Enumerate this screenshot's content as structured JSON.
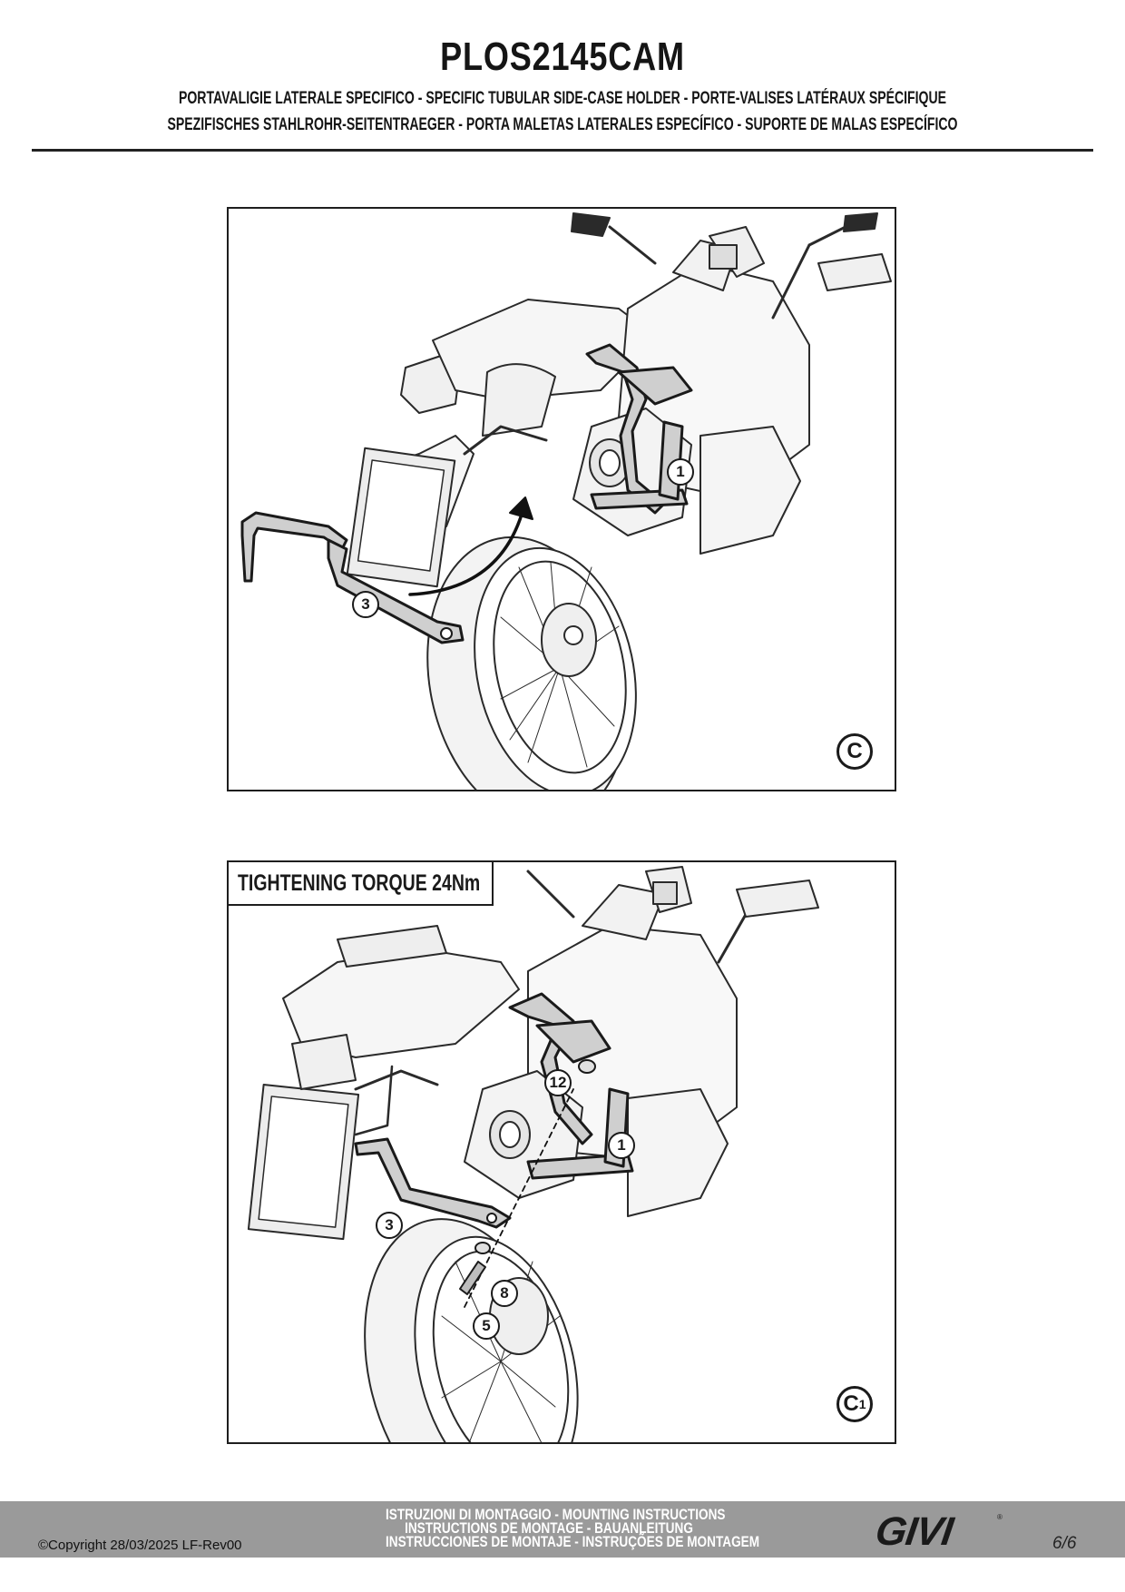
{
  "header": {
    "title": "PLOS2145CAM",
    "subtitle_line1": "PORTAVALIGIE LATERALE SPECIFICO  -  SPECIFIC TUBULAR SIDE-CASE HOLDER  - PORTE-VALISES LATÉRAUX SPÉCIFIQUE",
    "subtitle_line2": "SPEZIFISCHES STAHLROHR-SEITENTRAEGER - PORTA MALETAS LATERALES ESPECÍFICO - SUPORTE DE MALAS ESPECÍFICO"
  },
  "panel_c": {
    "step_label": "C",
    "callouts": [
      "1",
      "3"
    ]
  },
  "panel_c1": {
    "torque_label": "TIGHTENING TORQUE  24Nm",
    "step_label": "C",
    "step_sub": "1",
    "callouts": [
      "12",
      "1",
      "3",
      "8",
      "5"
    ]
  },
  "footer": {
    "copyright": "©Copyright 28/03/2025 LF-Rev00",
    "instructions_line1": "ISTRUZIONI DI MONTAGGIO  -  MOUNTING INSTRUCTIONS",
    "instructions_line2": "INSTRUCTIONS DE MONTAGE - BAUANLEITUNG",
    "instructions_line3": "INSTRUCCIONES DE MONTAJE - INSTRUÇÕES DE MONTAGEM",
    "logo_text": "GIVI",
    "page": "6/6"
  }
}
